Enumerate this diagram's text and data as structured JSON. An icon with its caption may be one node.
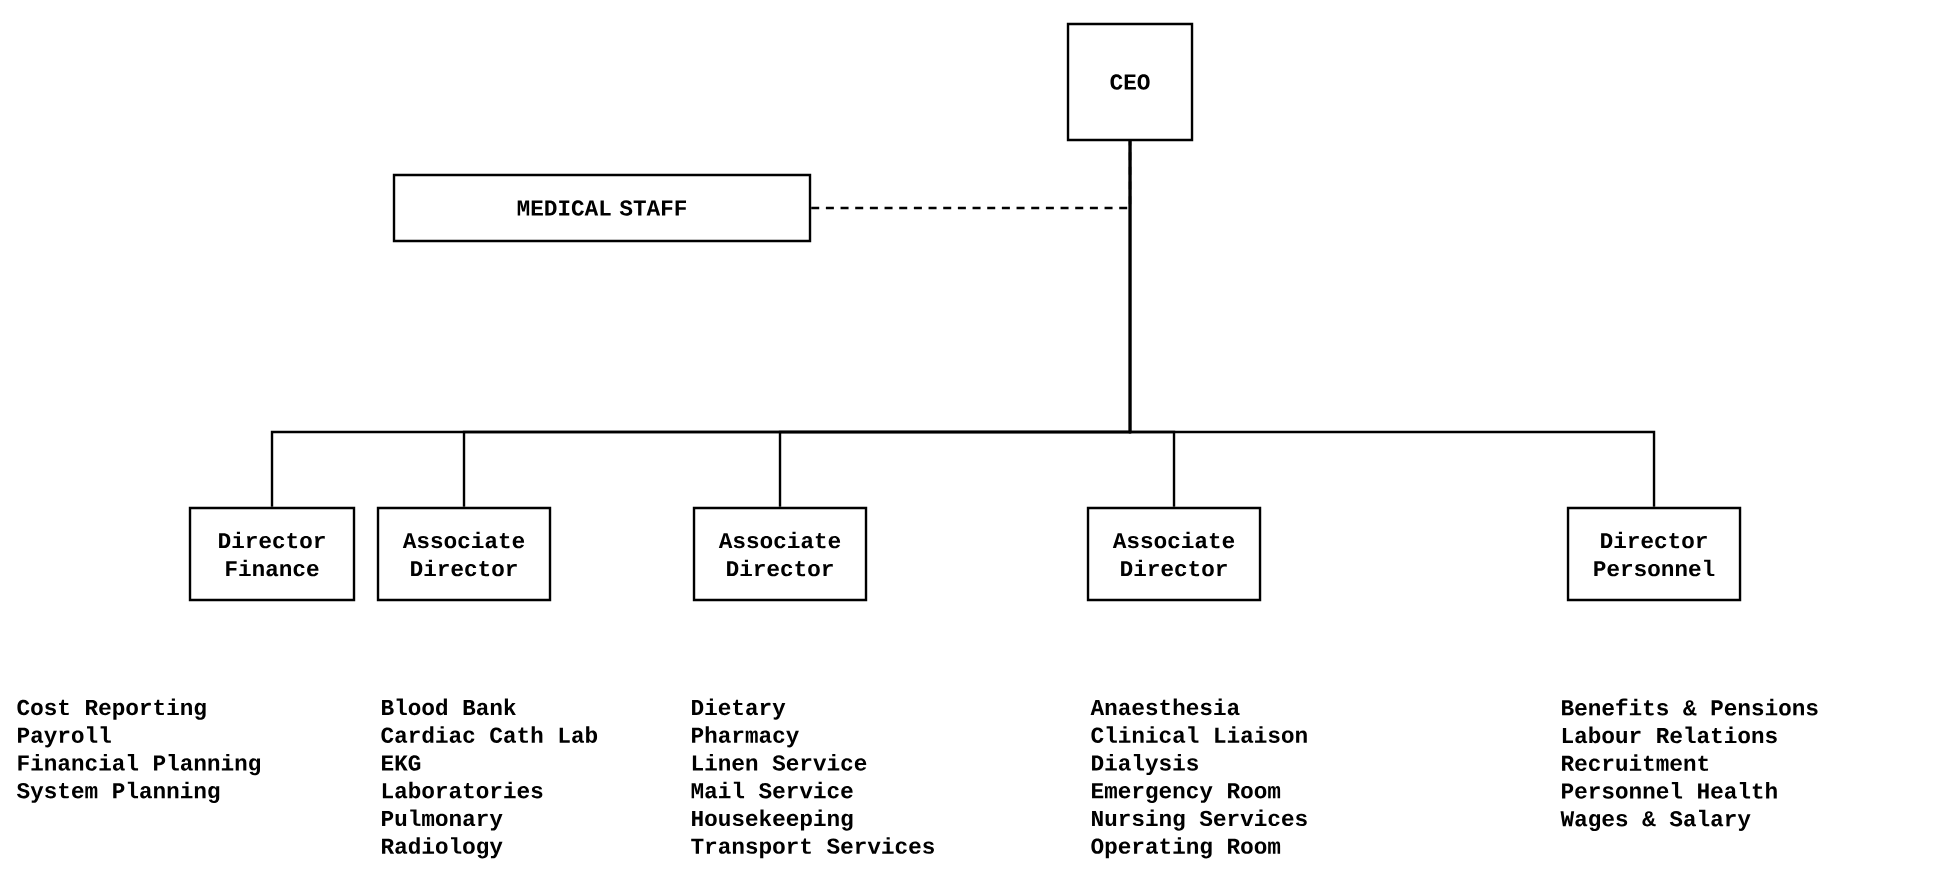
{
  "diagram": {
    "nodes": [
      {
        "text": [
          "CEO"
        ]
      },
      {
        "text": [
          "MEDICAL STAFF"
        ]
      },
      {
        "text": [
          "Director Finance"
        ],
        "beside": [
          "Cost Reporting",
          "Payroll",
          "Financial Planning",
          "System Planning"
        ]
      },
      {
        "text": [
          "Associate Director"
        ],
        "beside": [
          "Blood Bank",
          "Cardiac Cath Lab",
          "EKG",
          "Laboratories",
          "Pulmonary",
          "Radiology"
        ]
      },
      {
        "text": [
          "Associate Director"
        ],
        "beside": [
          "Dietary",
          "Pharmacy",
          "Linen Service",
          "Mail Service",
          "Housekeeping",
          "Transport Services"
        ]
      },
      {
        "text": [
          "Associate Director"
        ],
        "beside": [
          "Anaesthesia",
          "Clinical Liaison",
          "Dialysis",
          "Emergency Room",
          "Nursing Services",
          "Operating Room"
        ]
      },
      {
        "text": [
          "Director Personnel"
        ],
        "beside": [
          "Benefits & Pensions",
          "Labour Relations",
          "Recruitment",
          "Personnel Health",
          "Wages & Salary"
        ]
      }
    ],
    "edges": [
      {
        "from": 1,
        "to": 0,
        "arrow": "none",
        "style": "dashed"
      },
      {
        "from": 0,
        "to": 2,
        "arrow": "none"
      },
      {
        "from": 0,
        "to": 3,
        "arrow": "none"
      },
      {
        "from": 0,
        "to": 4,
        "arrow": "none"
      },
      {
        "from": 0,
        "to": 5,
        "arrow": "none"
      },
      {
        "from": 0,
        "to": 6,
        "arrow": "none"
      }
    ]
  }
}
